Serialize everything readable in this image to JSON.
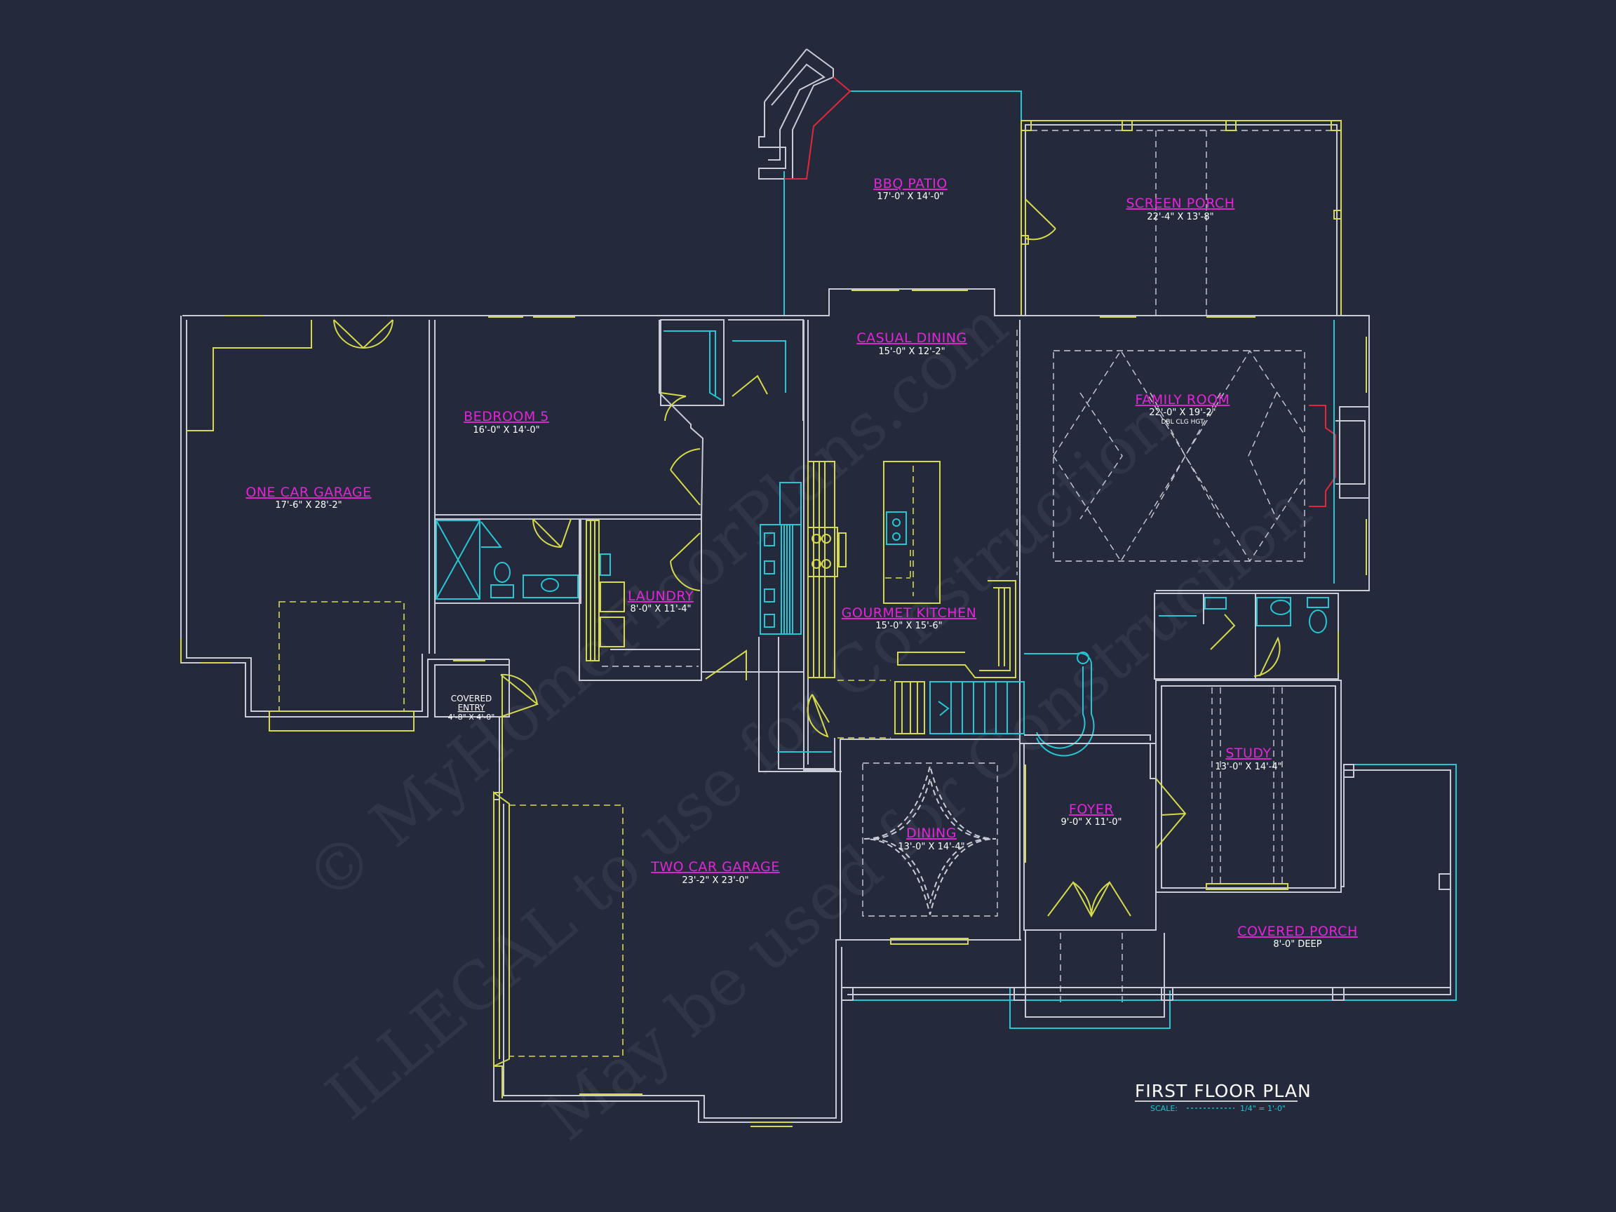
{
  "rooms": {
    "bbq_patio": {
      "name": "BBQ PATIO",
      "dim": "17'-0\" X 14'-0\""
    },
    "screen_porch": {
      "name": "SCREEN PORCH",
      "dim": "22'-4\" X 13'-8\""
    },
    "casual_dining": {
      "name": "CASUAL DINING",
      "dim": "15'-0\" X 12'-2\""
    },
    "bedroom5": {
      "name": "BEDROOM 5",
      "dim": "16'-0\" X 14'-0\""
    },
    "family_room": {
      "name": "FAMILY ROOM",
      "dim": "22'-0\" X 19'-2\"",
      "note": "DBL CLG HGT"
    },
    "one_car_garage": {
      "name": "ONE CAR GARAGE",
      "dim": "17'-6\" X 28'-2\""
    },
    "laundry": {
      "name": "LAUNDRY",
      "dim": "8'-0\" X 11'-4\""
    },
    "gourmet_kitchen": {
      "name": "GOURMET KITCHEN",
      "dim": "15'-0\" X 15'-6\""
    },
    "covered_entry": {
      "line1": "COVERED",
      "line2": "ENTRY",
      "dim": "4'-8\" X 4'-0\""
    },
    "study": {
      "name": "STUDY",
      "dim": "13'-0\" X 14'-4\""
    },
    "foyer": {
      "name": "FOYER",
      "dim": "9'-0\" X 11'-0\""
    },
    "dining": {
      "name": "DINING",
      "dim": "13'-0\" X 14'-4\""
    },
    "two_car_garage": {
      "name": "TWO CAR GARAGE",
      "dim": "23'-2\" X 23'-0\""
    },
    "covered_porch": {
      "name": "COVERED PORCH",
      "dim": "8'-0\" DEEP"
    }
  },
  "title_block": {
    "title": "FIRST FLOOR PLAN",
    "scale_label": "SCALE:",
    "scale_value": "1/4\" = 1'-0\""
  },
  "watermark": {
    "line1": "© MyHomeFloorPlans.com",
    "line2": "ILLEGAL to use for Construction",
    "line3": "May be used for Construction"
  },
  "colors": {
    "background": "#242a3b",
    "walls": "#c9ccd6",
    "fixtures": "#d6d94a",
    "labels": "#e524d8",
    "cyan_lines": "#27c6d4",
    "fireplace": "#e0283a"
  }
}
